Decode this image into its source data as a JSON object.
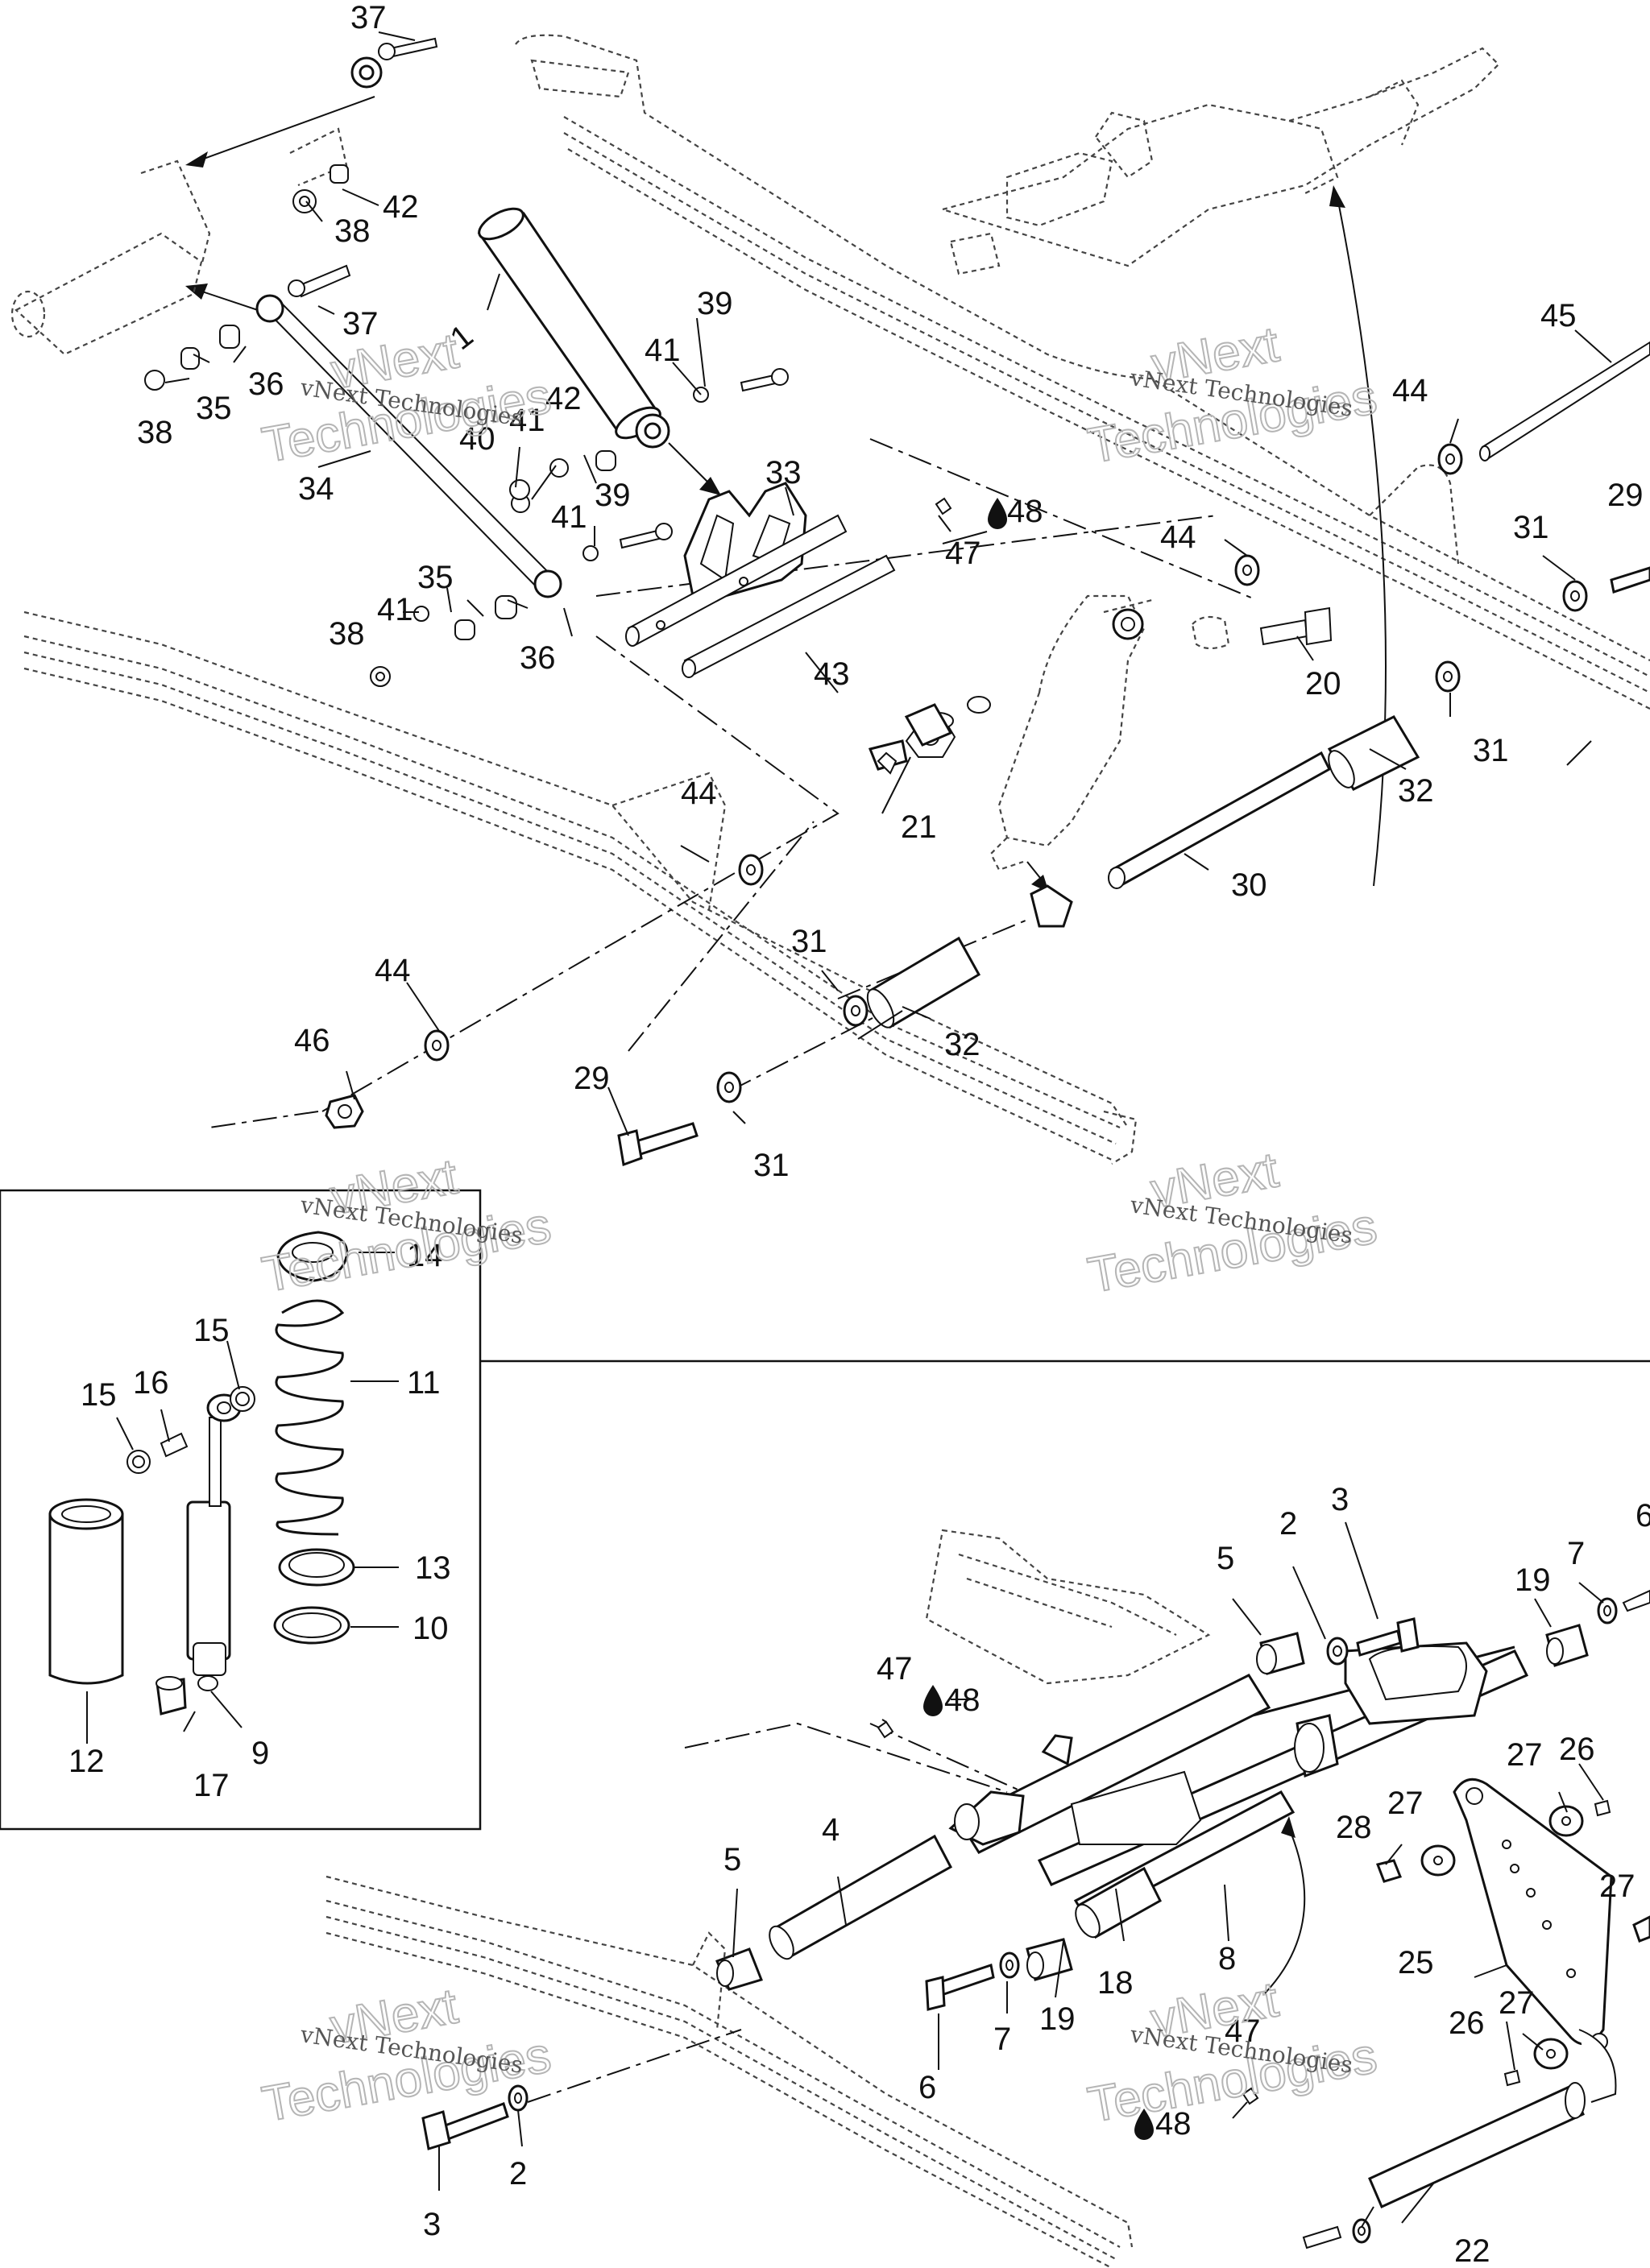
{
  "watermark": {
    "line1": "vNext",
    "line2": "Technologies",
    "caption": "vNext Technologies"
  },
  "lubricant_symbol": "droplet-icon",
  "callouts": {
    "c1": "1",
    "c2": "2",
    "c3": "3",
    "c4": "4",
    "c5": "5",
    "c6": "6",
    "c7": "7",
    "c8": "8",
    "c9": "9",
    "c10": "10",
    "c11": "11",
    "c12": "12",
    "c13": "13",
    "c14": "14",
    "c15": "15",
    "c16": "16",
    "c17": "17",
    "c18": "18",
    "c19": "19",
    "c20": "20",
    "c21": "21",
    "c22": "22",
    "c25": "25",
    "c26": "26",
    "c27": "27",
    "c28": "28",
    "c29": "29",
    "c30": "30",
    "c31": "31",
    "c32": "32",
    "c33": "33",
    "c34": "34",
    "c35": "35",
    "c36": "36",
    "c37": "37",
    "c38": "38",
    "c39": "39",
    "c40": "40",
    "c41": "41",
    "c42": "42",
    "c43": "43",
    "c44": "44",
    "c45": "45",
    "c46": "46",
    "c47": "47",
    "c48": "48"
  }
}
